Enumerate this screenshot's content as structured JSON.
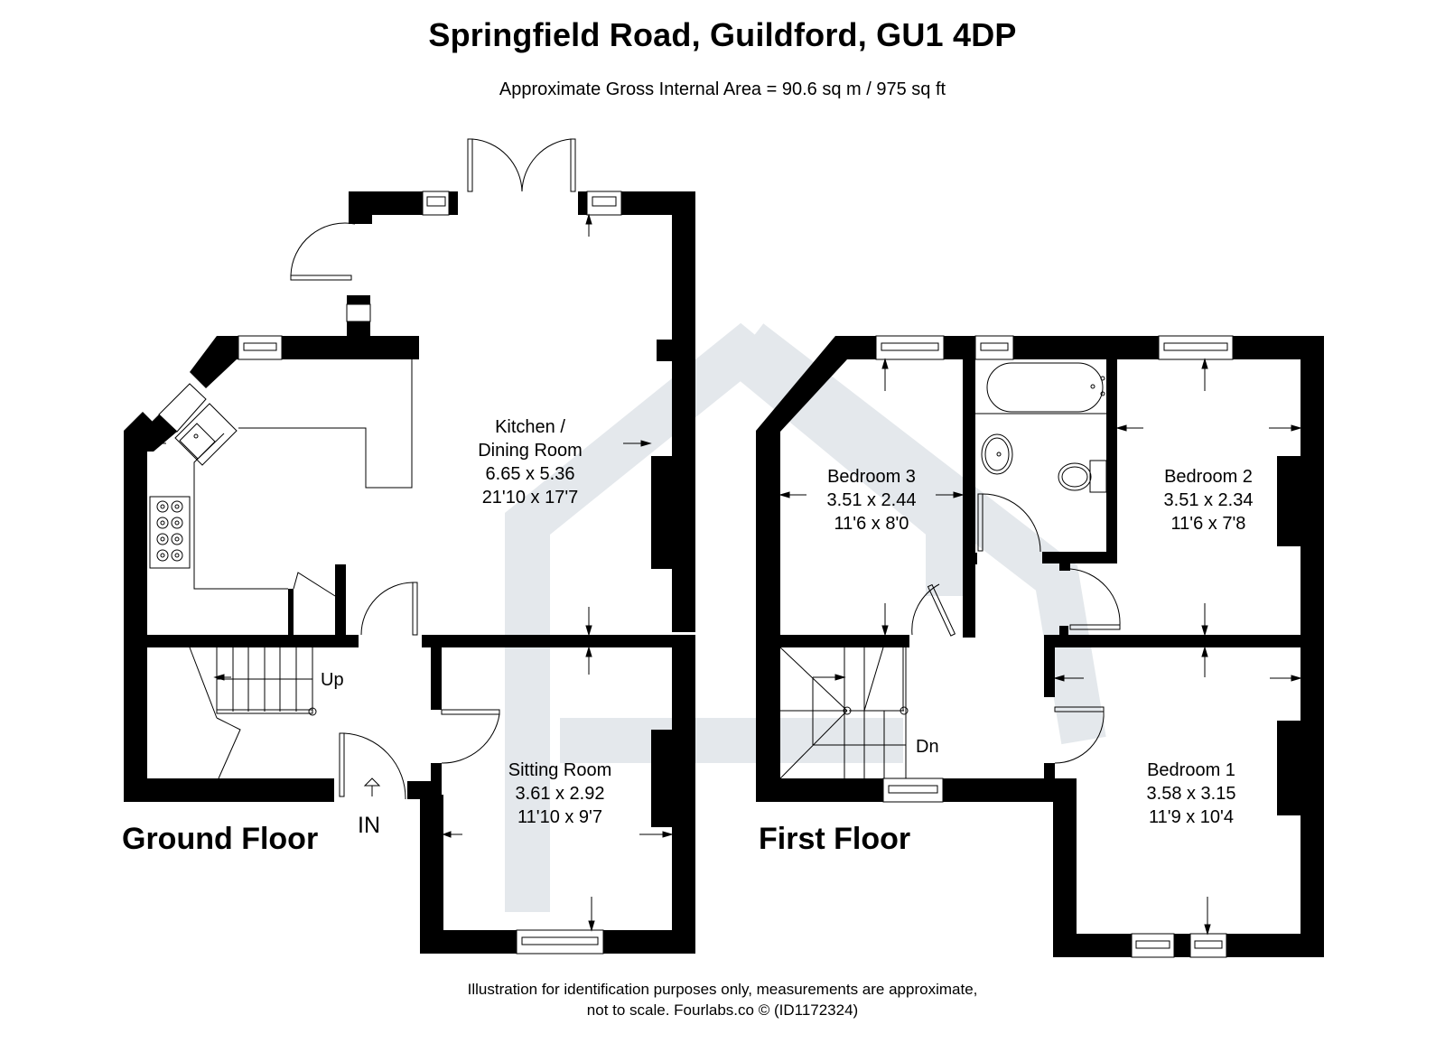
{
  "header": {
    "title": "Springfield Road, Guildford, GU1 4DP",
    "area": "Approximate Gross Internal Area = 90.6 sq m / 975 sq ft"
  },
  "floors": [
    {
      "name": "Ground Floor",
      "rooms": [
        {
          "name": "Kitchen /",
          "name2": "Dining Room",
          "metric": "6.65 x 5.36",
          "imperial": "21'10 x 17'7"
        },
        {
          "name": "Sitting Room",
          "metric": "3.61 x 2.92",
          "imperial": "11'10 x 9'7"
        }
      ],
      "stairs_label": "Up",
      "entrance_label": "IN"
    },
    {
      "name": "First Floor",
      "rooms": [
        {
          "name": "Bedroom 3",
          "metric": "3.51 x 2.44",
          "imperial": "11'6 x 8'0"
        },
        {
          "name": "Bedroom 2",
          "metric": "3.51 x 2.34",
          "imperial": "11'6 x 7'8"
        },
        {
          "name": "Bedroom 1",
          "metric": "3.58 x 3.15",
          "imperial": "11'9 x 10'4"
        }
      ],
      "stairs_label": "Dn"
    }
  ],
  "footer": {
    "line1": "Illustration for identification purposes only, measurements are approximate,",
    "line2": "not to scale. Fourlabs.co © (ID1172324)"
  },
  "colors": {
    "wall": "#000000",
    "watermark": "#e4e8ec",
    "background": "#ffffff"
  }
}
